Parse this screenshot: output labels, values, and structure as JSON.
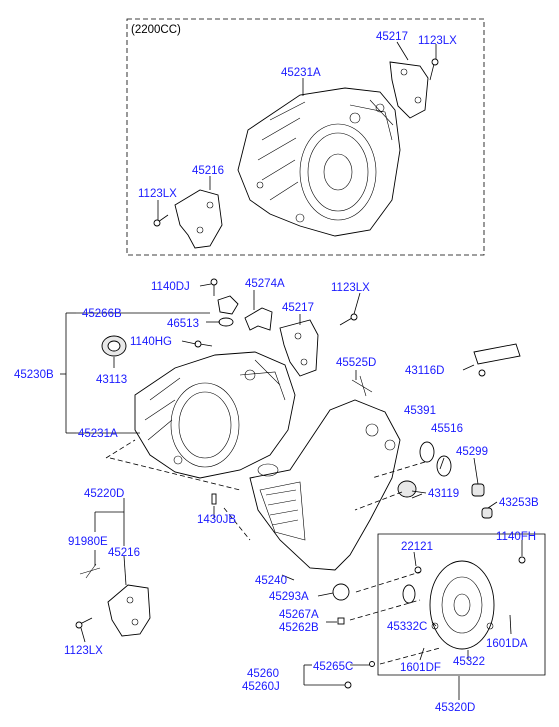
{
  "variant_note": "(2200CC)",
  "labels": {
    "l45217a": "45217",
    "l1123lxa": "1123LX",
    "l45231a_top": "45231A",
    "l45216a": "45216",
    "l1123lxb": "1123LX",
    "l1140dj": "1140DJ",
    "l45274a": "45274A",
    "l1123lxc": "1123LX",
    "l45266b": "45266B",
    "l45217b": "45217",
    "l46513": "46513",
    "l1140hg": "1140HG",
    "l45230b": "45230B",
    "l43113": "43113",
    "l45525d": "45525D",
    "l43116d": "43116D",
    "l45231a_mid": "45231A",
    "l45391": "45391",
    "l45516": "45516",
    "l45299": "45299",
    "l43119": "43119",
    "l45220d": "45220D",
    "l43253b": "43253B",
    "l1430jb": "1430JB",
    "l91980e": "91980E",
    "l45216b": "45216",
    "l1140fh": "1140FH",
    "l22121": "22121",
    "l45240": "45240",
    "l45293a": "45293A",
    "l45267a": "45267A",
    "l45262b": "45262B",
    "l45332c": "45332C",
    "l1601da": "1601DA",
    "l1123lxd": "1123LX",
    "l45322": "45322",
    "l1601df": "1601DF",
    "l45260": "45260",
    "l45260j": "45260J",
    "l45265c": "45265C",
    "l45320d": "45320D"
  },
  "colors": {
    "label": "#1a1aff",
    "line": "#000000"
  }
}
